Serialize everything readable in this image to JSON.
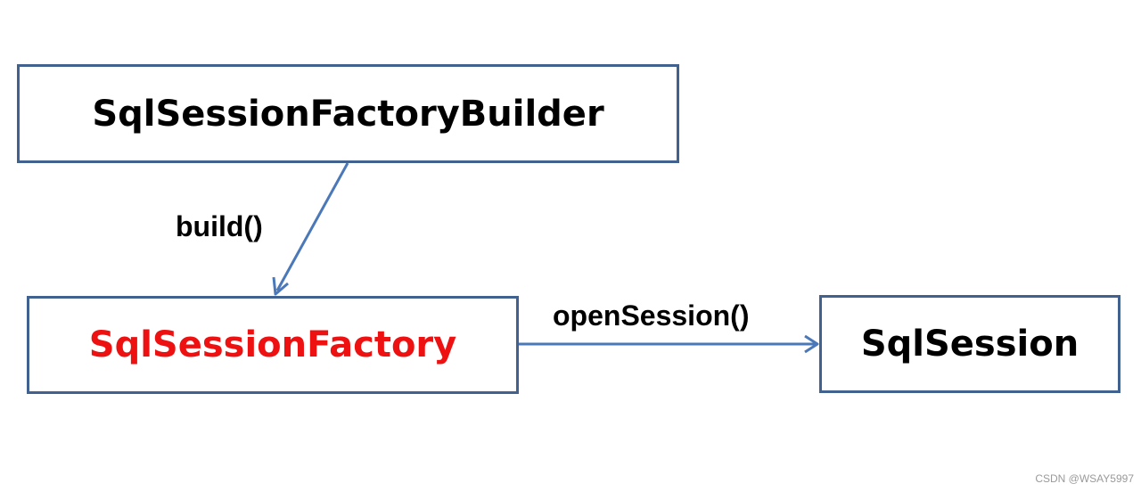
{
  "nodes": {
    "builder": {
      "label": "SqlSessionFactoryBuilder"
    },
    "factory": {
      "label": "SqlSessionFactory"
    },
    "session": {
      "label": "SqlSession"
    }
  },
  "edges": {
    "build": {
      "label": "build()",
      "from": "builder",
      "to": "factory"
    },
    "open_session": {
      "label": "openSession()",
      "from": "factory",
      "to": "session"
    }
  },
  "colors": {
    "border": "#41628e",
    "arrow": "#4a78b8",
    "highlight_text": "#ee1111"
  },
  "watermark": "CSDN @WSAY5997"
}
